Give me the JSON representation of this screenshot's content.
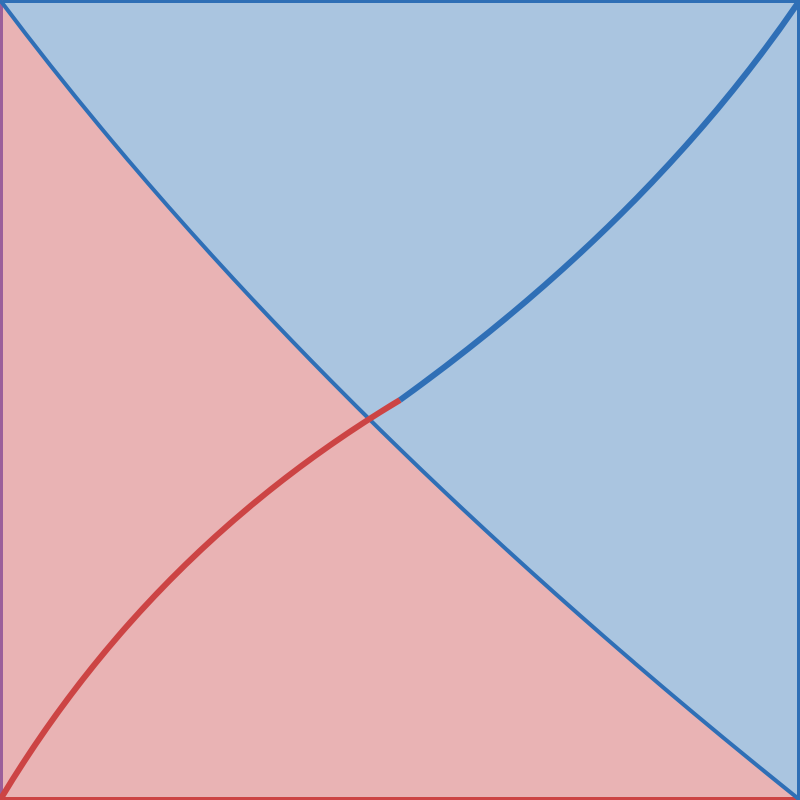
{
  "diagram": {
    "colors": {
      "blue_fill": "#aac5e0",
      "blue_stroke": "#2f6fb6",
      "red_fill": "#e9b3b4",
      "red_stroke": "#cc4444",
      "left_edge_stroke": "#9b5f9a"
    },
    "regions": [
      {
        "name": "blue-region",
        "color": "blue"
      },
      {
        "name": "red-region",
        "color": "red"
      }
    ],
    "curves": [
      {
        "name": "blue-curve-upper-right",
        "color": "blue"
      },
      {
        "name": "red-curve-lower-left",
        "color": "red"
      },
      {
        "name": "blue-curve-descending",
        "color": "blue"
      }
    ]
  }
}
